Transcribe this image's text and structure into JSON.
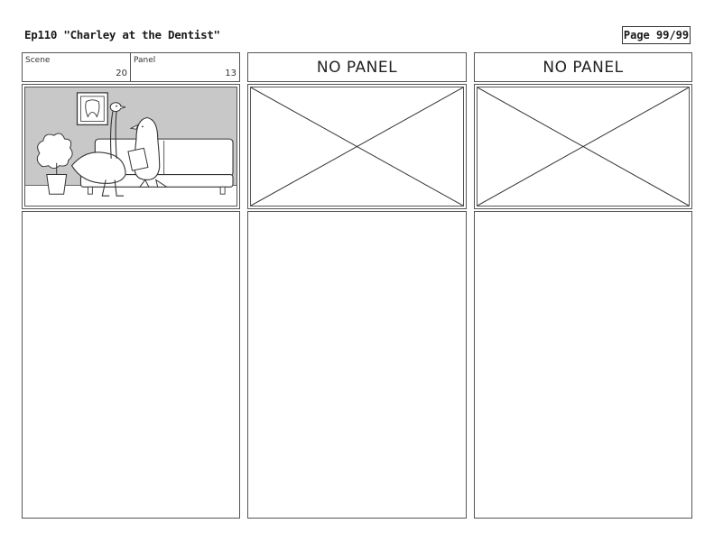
{
  "header": {
    "episode_title": "Ep110 \"Charley at the Dentist\"",
    "page_label": "Page 99/99"
  },
  "columns": [
    {
      "type": "panel",
      "scene_label": "Scene",
      "scene_value": "20",
      "panel_label": "Panel",
      "panel_value": "13",
      "illustration": "ostrich-and-penguin-in-waiting-room"
    },
    {
      "type": "empty",
      "label": "NO PANEL"
    },
    {
      "type": "empty",
      "label": "NO PANEL"
    }
  ]
}
